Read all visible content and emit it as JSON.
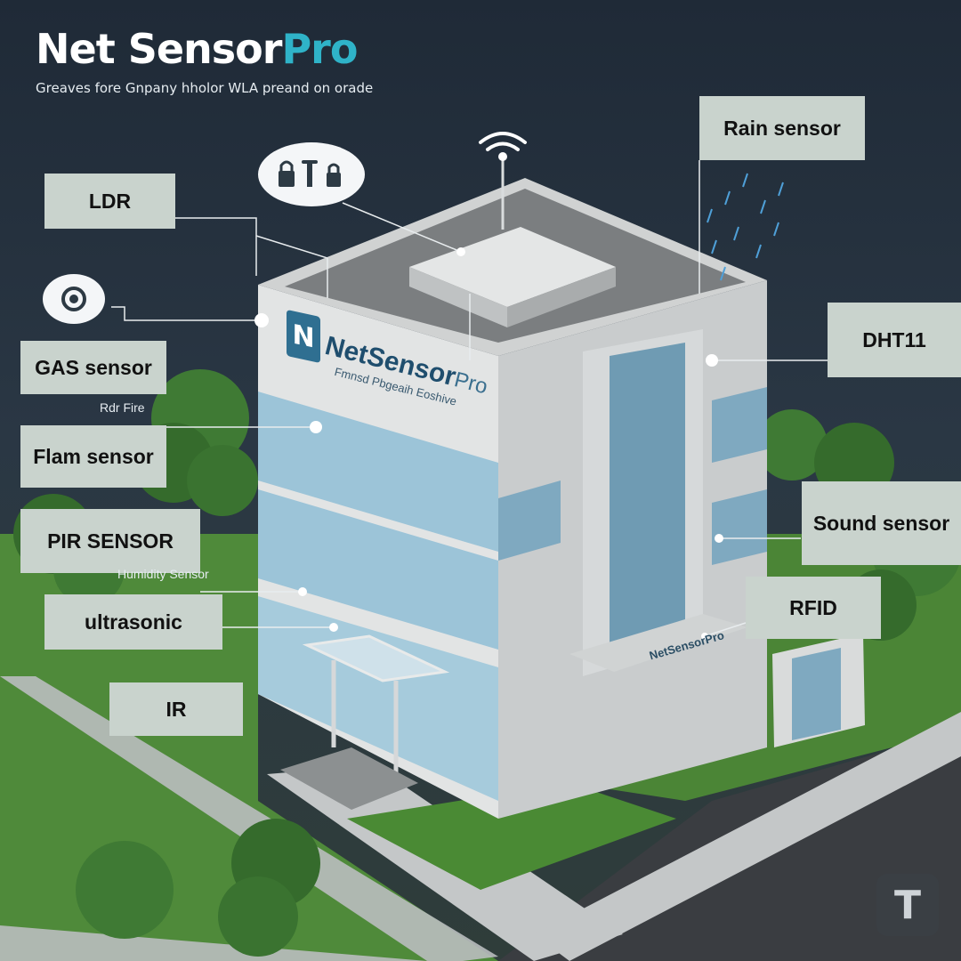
{
  "header": {
    "brand_main": "Net Sensor",
    "brand_pro": "Pro",
    "tagline": "Greaves fore Gnpany hholor WLA preand on orade"
  },
  "building_signs": {
    "main_title": "NetSensor",
    "main_pro": "Pro",
    "main_sub": "Fmnsd Pbgeaih Eoshive",
    "entrance": "NetSensorPro"
  },
  "faint_text": {
    "fire": "Rdr Fire",
    "humidity": "Humidity Sensor"
  },
  "sensor_labels": [
    {
      "id": "ldr",
      "text": "LDR"
    },
    {
      "id": "gas",
      "text": "GAS sensor"
    },
    {
      "id": "flam",
      "text": "Flam sensor"
    },
    {
      "id": "pir",
      "text": "PIR SENSOR"
    },
    {
      "id": "ultrasonic",
      "text": "ultrasonic"
    },
    {
      "id": "ir",
      "text": "IR"
    },
    {
      "id": "rain",
      "text": "Rain sensor"
    },
    {
      "id": "dht11",
      "text": "DHT11"
    },
    {
      "id": "sound",
      "text": "Sound sensor"
    },
    {
      "id": "rfid",
      "text": "RFID"
    }
  ],
  "badge": {
    "letter": "T"
  },
  "icons": [
    "wifi-icon",
    "padlock-icon",
    "alarm-icon",
    "antenna-icon",
    "tablet-icon",
    "rain-drops-icon",
    "logo-mark-icon"
  ],
  "colors": {
    "label_bg": "#c9d3cd",
    "brand_accent": "#2fb3c8",
    "sky": "#1f2a37",
    "grass": "#4f8a3a"
  }
}
